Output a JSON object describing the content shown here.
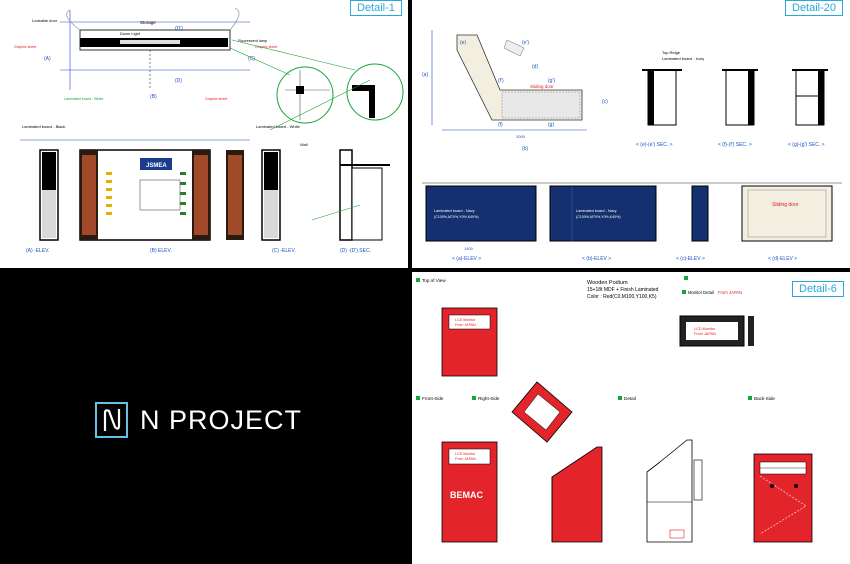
{
  "panels": {
    "detail1": {
      "tag": "Detail-1",
      "labels": {
        "storage": "Storage",
        "lockable_door": "Lockable door",
        "down_light": "Down Light",
        "fluorescent": "Fluorescent lamp",
        "wall": "Wall",
        "sub_label_a": "(A) -ELEV.",
        "sub_label_b": "(B) ELEV.",
        "sub_label_c": "(C) -ELEV.",
        "sub_label_d": "(D) -(D') SEC.",
        "laminated_black": "Laminated board - Black",
        "laminated_white": "Laminated board - White",
        "jsmea": "JSMEA",
        "marker_a": "(A)",
        "marker_b": "(B)",
        "marker_c": "(C)",
        "marker_d": "(D)",
        "marker_dp": "(D')"
      }
    },
    "detail20": {
      "tag": "Detail-20",
      "labels": {
        "sliding_door": "Sliding door",
        "top_ridge": "Top Ridge",
        "laminated_ivory": "Laminated board - Ivory",
        "laminated_navy": "Laminated board - Navy",
        "sec_e": "< (e)-(e') SEC. >",
        "sec_f": "< (f)-(f') SEC. >",
        "sec_g": "< (g)-(g') SEC. >",
        "elev_a": "< (a)-ELEV >",
        "elev_b": "< (b)-ELEV >",
        "elev_c": "< (c)-ELEV >",
        "elev_d": "< (d)-ELEV >",
        "sliding_door_red": "Sliding door",
        "navy_spec": "(C100%,M70%,Y0%,K40%)",
        "dim_1400": "1400"
      }
    },
    "brand": {
      "name": "N PROJECT"
    },
    "detail6": {
      "tag": "Detail-6",
      "title_line1": "Wooden Podium",
      "title_line2": "15+18t MDF + Finish Laminated",
      "title_line3": "Color : Red(C0,M100,Y100,K5)",
      "legend_monitor": "Monitor Detail",
      "legend_japan": "From JAPAN",
      "views": {
        "top": "Top of View",
        "front": "Front-Side",
        "right": "Right-Side",
        "detail": "Detail",
        "back": "Back-Side"
      },
      "lcd_line1": "LCD Monitor",
      "lcd_line2": "From JAPAN",
      "bemac": "BEMAC"
    }
  },
  "colors": {
    "accent": "#2aa8d8",
    "navy": "#14306e",
    "podium_red": "#e3242b",
    "dim_blue": "#1a4fc4",
    "note_green": "#19a23a",
    "note_red": "#e02020"
  }
}
